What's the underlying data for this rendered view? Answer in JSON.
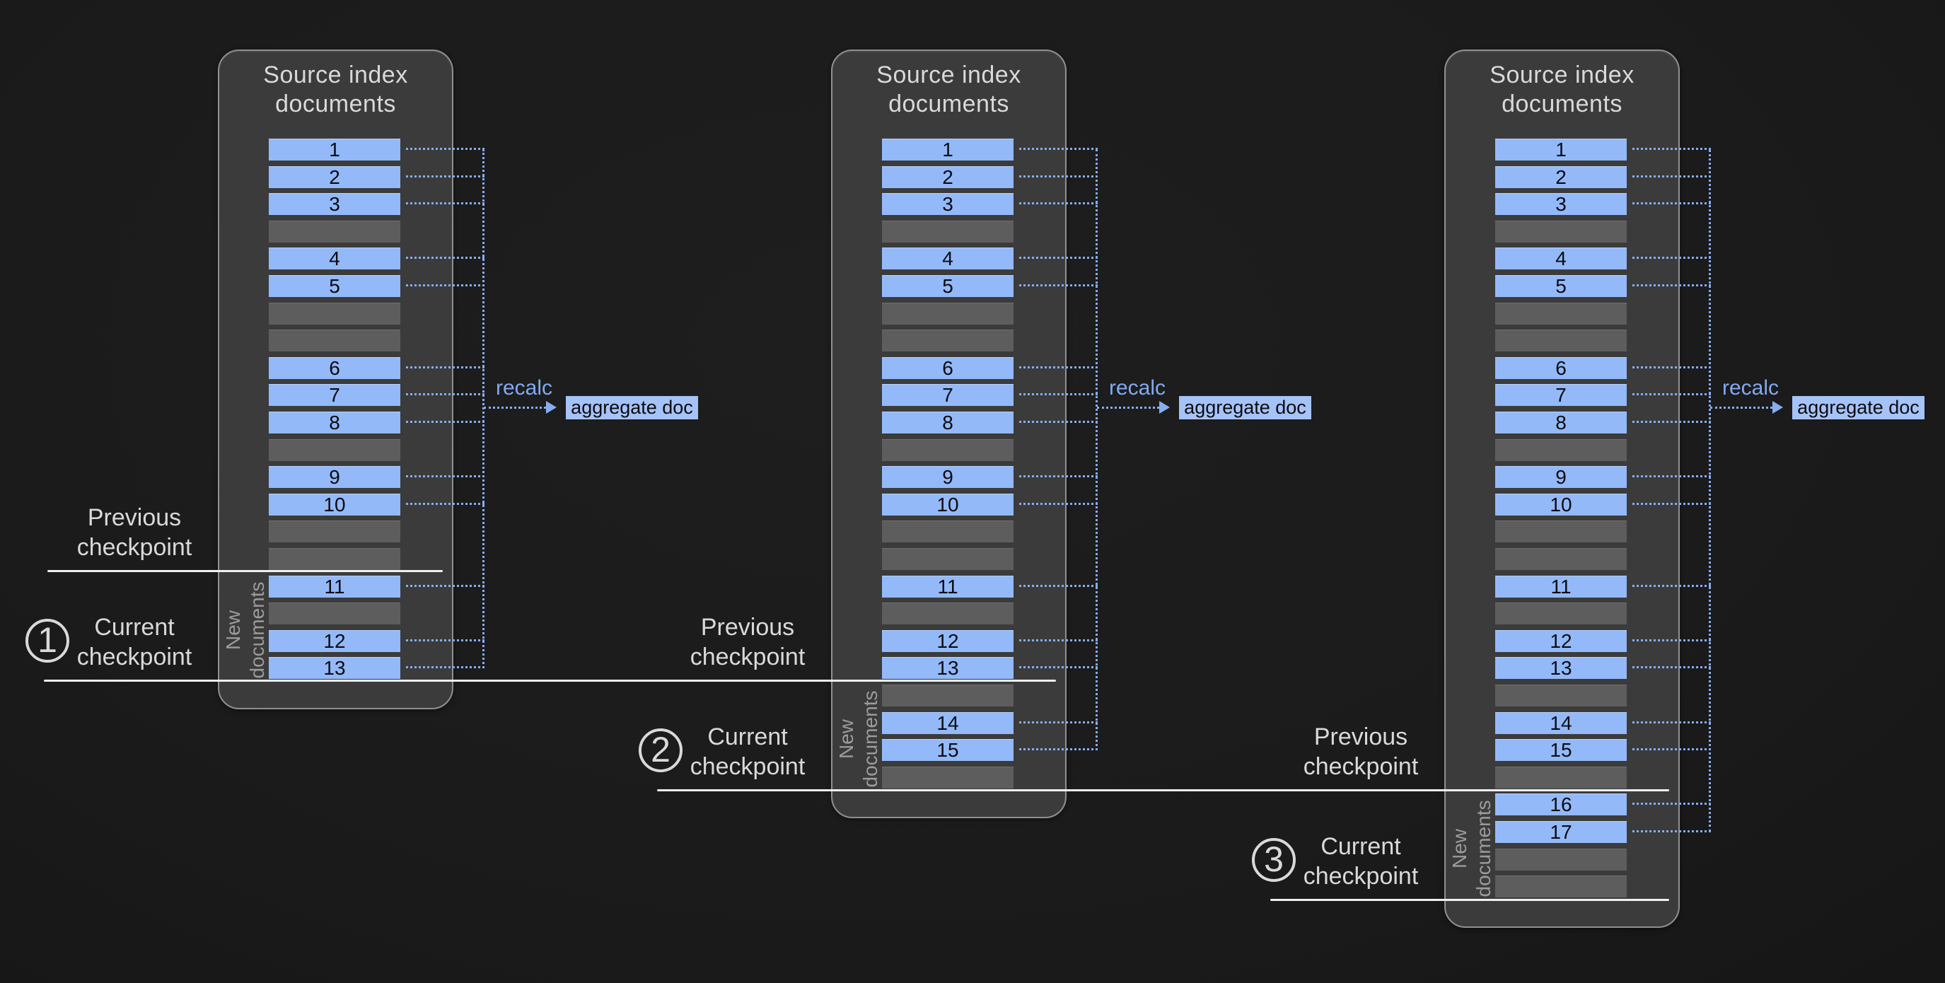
{
  "colors": {
    "page_bg": "#1c1c1c",
    "panel_bg": "#3b3b3b",
    "panel_border": "#8f8f8f",
    "doc_bar": "#93b9f9",
    "doc_bar_text": "#0b0b10",
    "empty_bar": "#5d5d5d",
    "dotted_line": "#87adf2",
    "recalc_text": "#82aaf2",
    "aggregate_bg": "#a6c3f7",
    "aggregate_text": "#0b0b10",
    "title_text": "#d9d9d9",
    "label_text": "#d9d9d9",
    "new_docs_text": "#9c9c9c",
    "checkpoint_line": "#efefef"
  },
  "labels": {
    "panel_title_line1": "Source index",
    "panel_title_line2": "documents",
    "recalc": "recalc",
    "aggregate_doc": "aggregate doc",
    "new_documents_line1": "New",
    "new_documents_line2": "documents",
    "previous_checkpoint_line1": "Previous",
    "previous_checkpoint_line2": "checkpoint",
    "current_checkpoint_line1": "Current",
    "current_checkpoint_line2": "checkpoint"
  },
  "panels": [
    {
      "name": "panel-1",
      "rows": [
        "1",
        "2",
        "3",
        "",
        "4",
        "5",
        "",
        "",
        "6",
        "7",
        "8",
        "",
        "9",
        "10",
        "",
        "",
        "11",
        "",
        "12",
        "13"
      ]
    },
    {
      "name": "panel-2",
      "rows": [
        "1",
        "2",
        "3",
        "",
        "4",
        "5",
        "",
        "",
        "6",
        "7",
        "8",
        "",
        "9",
        "10",
        "",
        "",
        "11",
        "",
        "12",
        "13",
        "",
        "14",
        "15",
        ""
      ]
    },
    {
      "name": "panel-3",
      "rows": [
        "1",
        "2",
        "3",
        "",
        "4",
        "5",
        "",
        "",
        "6",
        "7",
        "8",
        "",
        "9",
        "10",
        "",
        "",
        "11",
        "",
        "12",
        "13",
        "",
        "14",
        "15",
        "",
        "16",
        "17",
        "",
        ""
      ]
    }
  ],
  "checkpoint_lines": [
    {
      "labels": [
        {
          "kind": "previous"
        }
      ]
    },
    {
      "labels": [
        {
          "kind": "current",
          "number": "1"
        },
        {
          "kind": "previous"
        }
      ]
    },
    {
      "labels": [
        {
          "kind": "current",
          "number": "2"
        },
        {
          "kind": "previous"
        }
      ]
    },
    {
      "labels": [
        {
          "kind": "current",
          "number": "3"
        }
      ]
    }
  ]
}
